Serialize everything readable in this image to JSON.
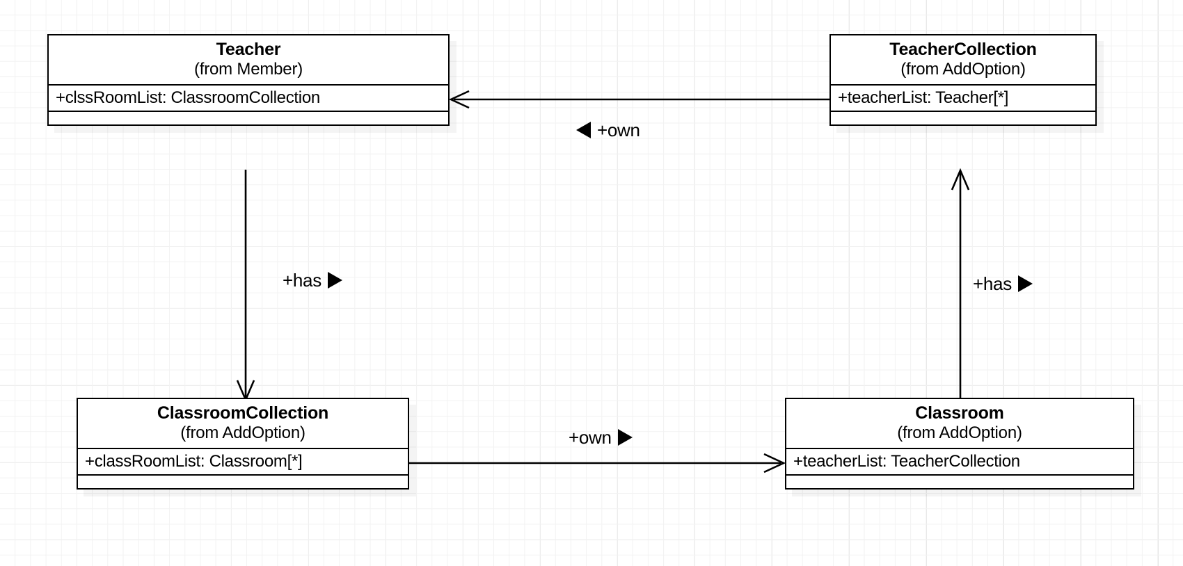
{
  "diagram": {
    "type": "uml-class-diagram",
    "title": "",
    "background": "#ffffff",
    "grid": true,
    "grid_minor_color": "#f2f2f2",
    "grid_major_color": "#e6e6e6",
    "line_color": "#000000"
  },
  "classes": [
    {
      "id": "teacher",
      "name": "Teacher",
      "from": "(from Member)",
      "attributes": [
        "+clssRoomList: ClassroomCollection"
      ],
      "operations": []
    },
    {
      "id": "teacher_collection",
      "name": "TeacherCollection",
      "from": "(from AddOption)",
      "attributes": [
        "+teacherList: Teacher[*]"
      ],
      "operations": []
    },
    {
      "id": "classroom_collection",
      "name": "ClassroomCollection",
      "from": "(from AddOption)",
      "attributes": [
        "+classRoomList: Classroom[*]"
      ],
      "operations": []
    },
    {
      "id": "classroom",
      "name": "Classroom",
      "from": "(from AddOption)",
      "attributes": [
        "+teacherList: TeacherCollection"
      ],
      "operations": []
    }
  ],
  "associations": [
    {
      "id": "assoc_own_top",
      "label": "+own",
      "direction": "left",
      "marker": "solid-triangle-left",
      "source": "teacher_collection",
      "target": "teacher",
      "arrow": "open-arrow"
    },
    {
      "id": "assoc_has_left",
      "label": "+has",
      "direction": "right",
      "marker": "solid-triangle-right",
      "source": "teacher",
      "target": "classroom_collection",
      "arrow": "open-arrow"
    },
    {
      "id": "assoc_own_bottom",
      "label": "+own",
      "direction": "right",
      "marker": "solid-triangle-right",
      "source": "classroom_collection",
      "target": "classroom",
      "arrow": "open-arrow"
    },
    {
      "id": "assoc_has_right",
      "label": "+has",
      "direction": "right",
      "marker": "solid-triangle-right",
      "source": "classroom",
      "target": "teacher_collection",
      "arrow": "open-arrow"
    }
  ]
}
